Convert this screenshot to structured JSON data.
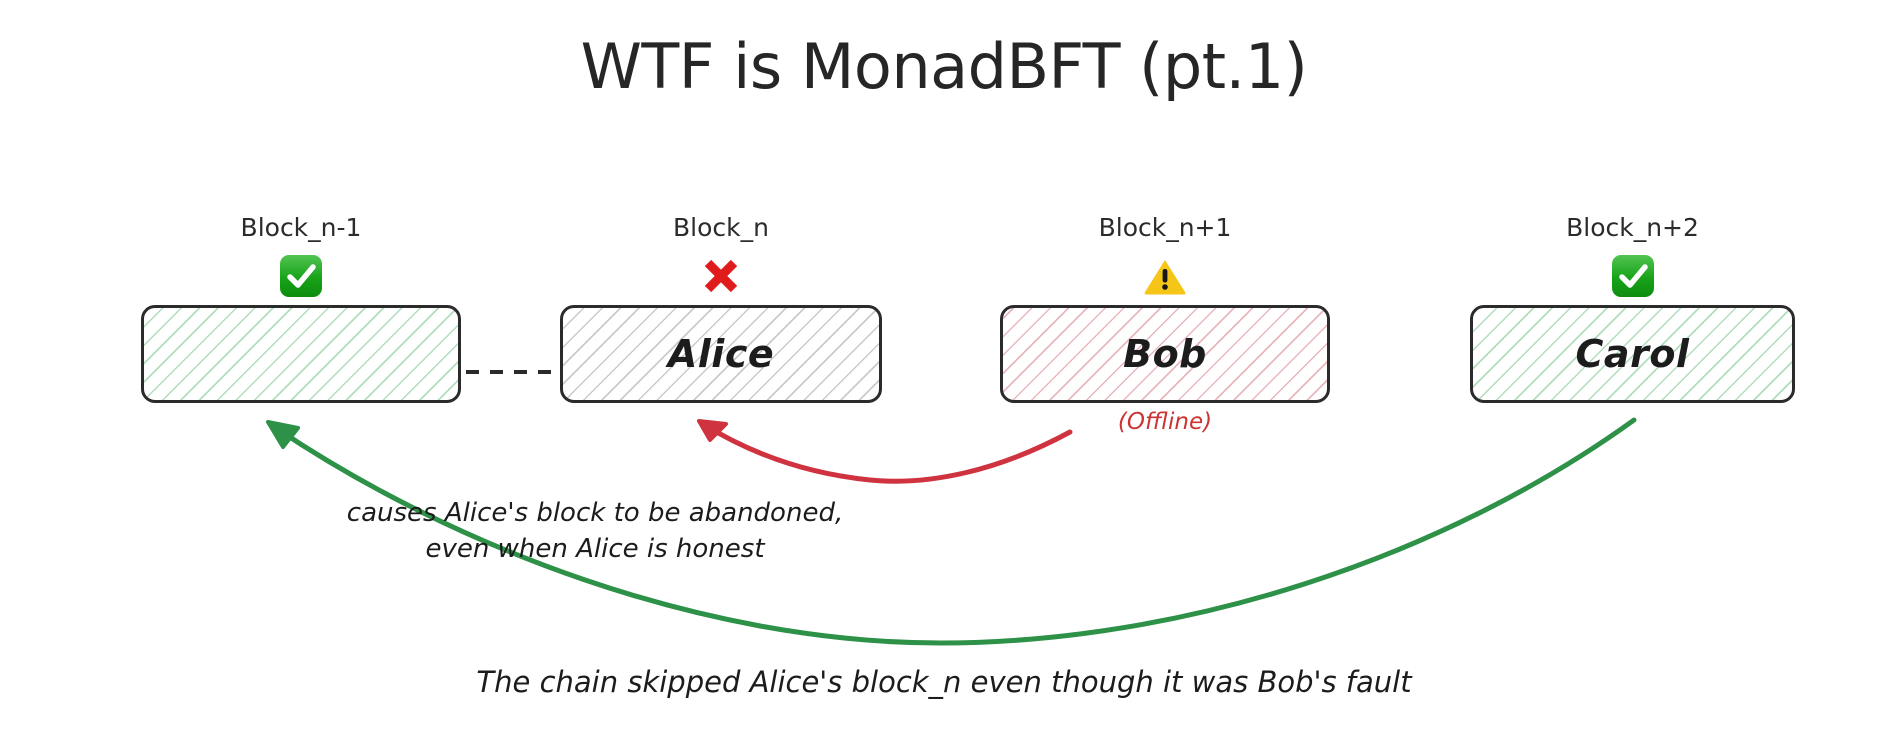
{
  "title": "WTF is MonadBFT (pt.1)",
  "colors": {
    "ok": "#17a317",
    "error": "#e01b1b",
    "warn": "#f5c518",
    "offline_text": "#cc3333",
    "red_arrow": "#cf3340",
    "green_arrow": "#2e9148",
    "hatch_green": "#6fc183",
    "hatch_grey": "#969696",
    "hatch_pink": "#d67c88",
    "ink": "#2b2b2b"
  },
  "blocks": [
    {
      "label": "Block_n-1",
      "status_icon": "check-mark-button-icon",
      "status": "ok",
      "name": "",
      "hatch": "green",
      "sub": ""
    },
    {
      "label": "Block_n",
      "status_icon": "cross-mark-icon",
      "status": "error",
      "name": "Alice",
      "hatch": "grey",
      "sub": ""
    },
    {
      "label": "Block_n+1",
      "status_icon": "warning-triangle-icon",
      "status": "warn",
      "name": "Bob",
      "hatch": "pink",
      "sub": "(Offline)"
    },
    {
      "label": "Block_n+2",
      "status_icon": "check-mark-button-icon",
      "status": "ok",
      "name": "Carol",
      "hatch": "green",
      "sub": ""
    }
  ],
  "annotations": {
    "red_arrow_note_line1": "causes Alice's block to be abandoned,",
    "red_arrow_note_line2": "even when Alice is honest",
    "green_arrow_note": "The chain skipped Alice's block_n even though it was Bob's fault"
  }
}
